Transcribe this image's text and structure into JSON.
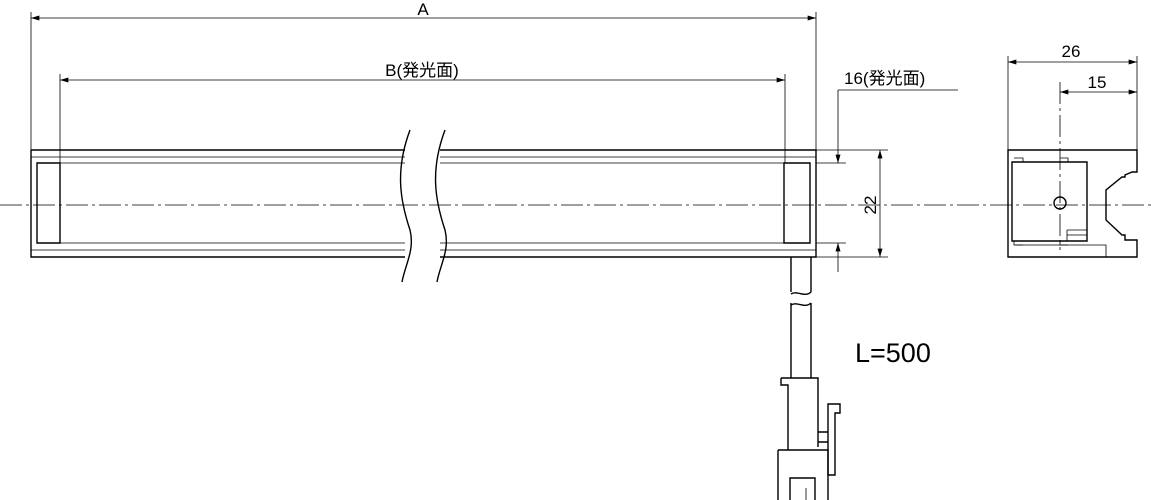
{
  "dimensions": {
    "overall_length": "A",
    "emitting_length": "B(発光面)",
    "emitting_width": "16(発光面)",
    "height": "22",
    "depth": "26",
    "center_offset": "15"
  },
  "cable_length": "L=500",
  "colors": {
    "line": "#000000",
    "background": "#ffffff"
  }
}
